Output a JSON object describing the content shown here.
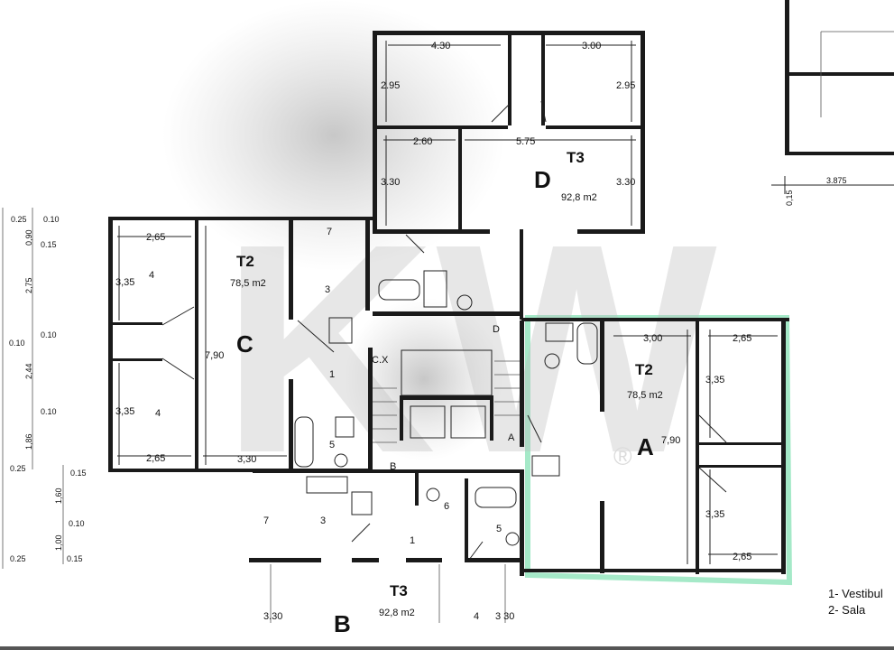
{
  "plan": {
    "apartments": {
      "D": {
        "letter": "D",
        "type": "T3",
        "area": "92,8 m2",
        "dims": [
          "4.30",
          "3.00",
          "2.95",
          "2.95",
          "2.60",
          "5.75",
          "3.30",
          "3.30"
        ]
      },
      "C": {
        "letter": "C",
        "type": "T2",
        "area": "78,5 m2",
        "dims": [
          "2,65",
          "3,35",
          "3,35",
          "2,65",
          "7,90",
          "3,30"
        ],
        "rooms": [
          "7",
          "4",
          "3",
          "1",
          "4",
          "5"
        ]
      },
      "A": {
        "letter": "A",
        "type": "T2",
        "area": "78,5 m2",
        "dims": [
          "3,00",
          "2,65",
          "3,35",
          "7,90",
          "3,35",
          "2,65"
        ]
      },
      "B": {
        "letter": "B",
        "type": "T3",
        "area": "92,8 m2",
        "dims": [
          "3.30",
          "3 30"
        ],
        "rooms": [
          "7",
          "3",
          "6",
          "5",
          "1",
          "4"
        ]
      }
    },
    "stair_marks": {
      "cx": "C.X",
      "d": "D",
      "a": "A",
      "b": "B"
    },
    "left_dims": [
      "0.25",
      "0.10",
      "0,90",
      "0.15",
      "2,75",
      "0.10",
      "0.10",
      "2,44",
      "0.10",
      "1,86",
      "0.25",
      "0.15",
      "1,60",
      "0.10",
      "1,00",
      "0.25",
      "0.15"
    ],
    "top_right_dims": [
      "3.875",
      "0,15"
    ]
  },
  "legend": [
    "1-  Vestibul",
    "2-  Sala"
  ],
  "watermark": {
    "text": "KW",
    "mark": "®"
  },
  "colors": {
    "highlight": "#7fe0b0",
    "wall": "#1a1a1a"
  }
}
